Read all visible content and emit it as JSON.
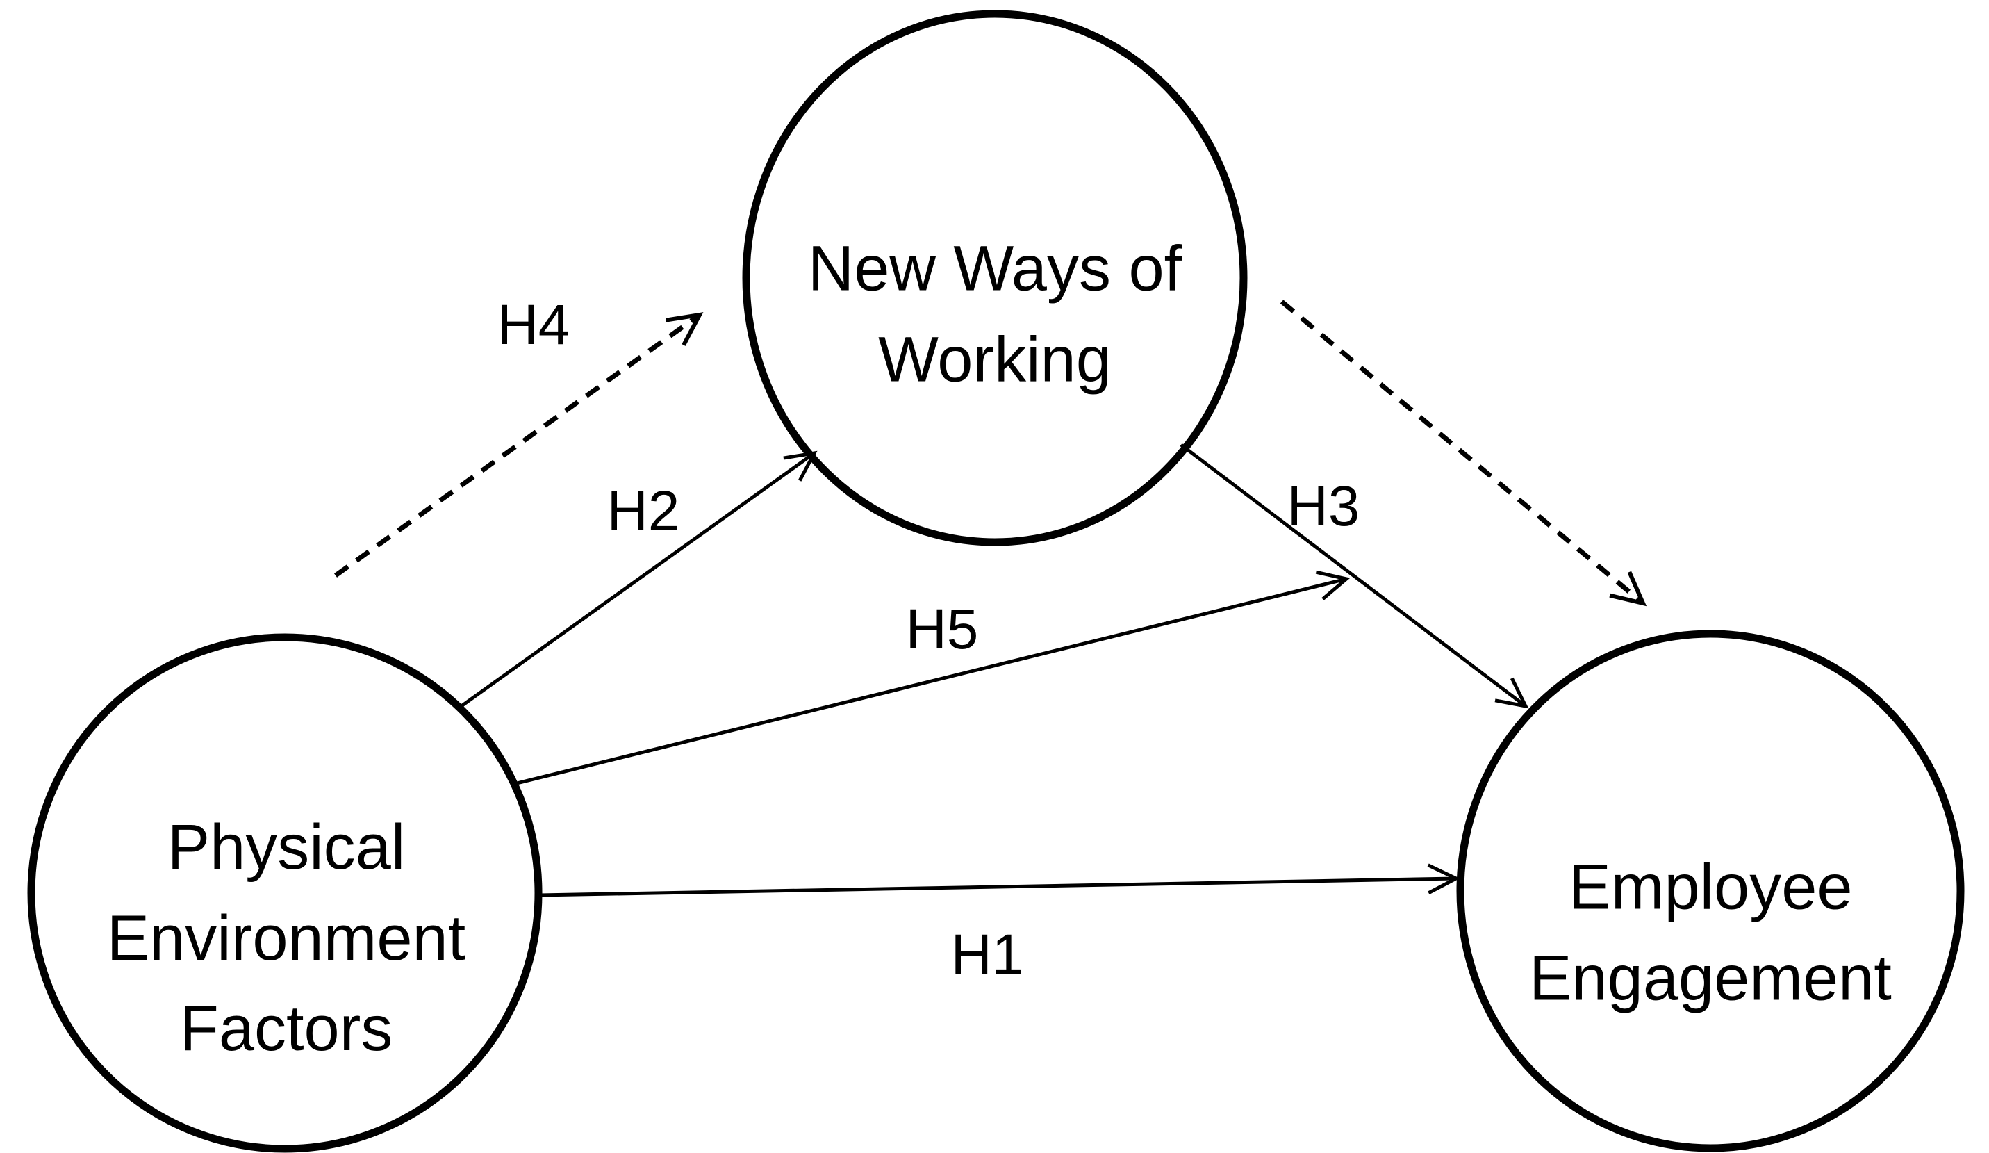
{
  "diagram": {
    "background_color": "#ffffff",
    "stroke_color": "#000000",
    "nodes": [
      {
        "id": "physical-environment-factors",
        "label": "Physical Environment Factors",
        "shape": "circle"
      },
      {
        "id": "new-ways-of-working",
        "label": "New Ways of Working",
        "shape": "circle"
      },
      {
        "id": "employee-engagement",
        "label": "Employee Engagement",
        "shape": "circle"
      }
    ],
    "edges": [
      {
        "id": "h1",
        "label": "H1",
        "from": "physical-environment-factors",
        "to": "employee-engagement",
        "style": "solid"
      },
      {
        "id": "h2",
        "label": "H2",
        "from": "physical-environment-factors",
        "to": "new-ways-of-working",
        "style": "solid"
      },
      {
        "id": "h3",
        "label": "H3",
        "from": "new-ways-of-working",
        "to": "employee-engagement",
        "style": "solid"
      },
      {
        "id": "h4",
        "label": "H4",
        "from": "physical-environment-factors",
        "to": "new-ways-of-working",
        "style": "dashed"
      },
      {
        "id": "h5",
        "label": "H5",
        "from": "physical-environment-factors",
        "to": "employee-engagement",
        "style": "solid"
      },
      {
        "id": "mediated-path",
        "label": "",
        "from": "new-ways-of-working",
        "to": "employee-engagement",
        "style": "dashed"
      }
    ]
  }
}
